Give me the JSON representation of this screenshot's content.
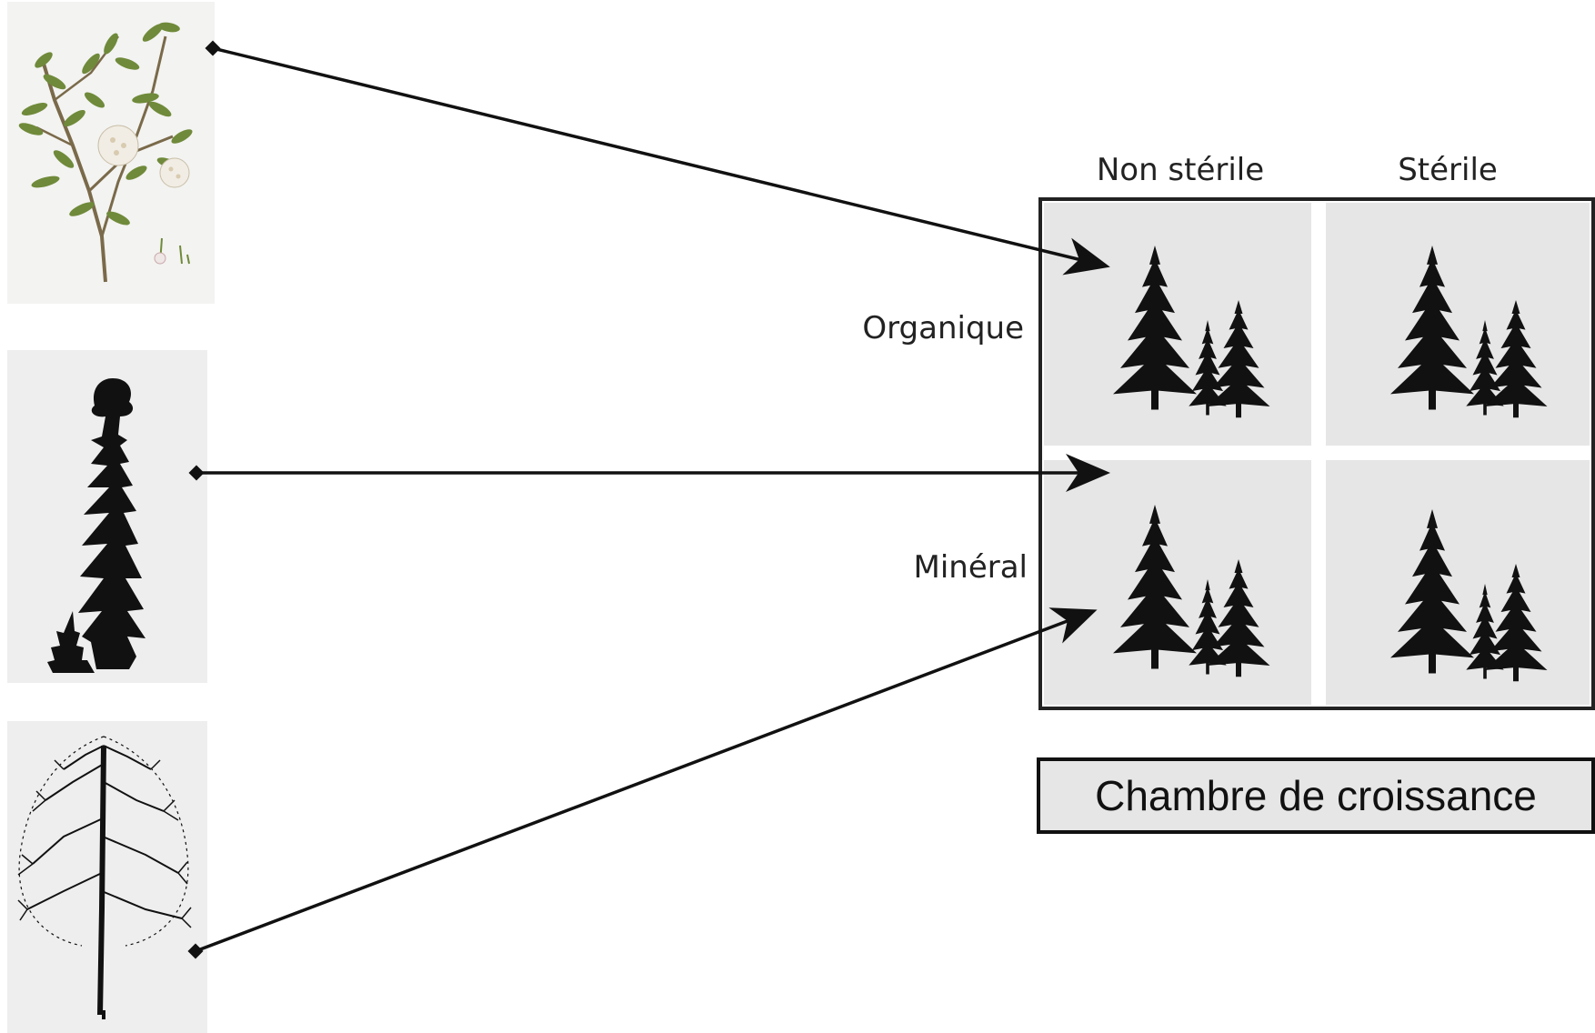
{
  "grid": {
    "columns": [
      "Non stérile",
      "Stérile"
    ],
    "rows": [
      "Organique",
      "Minéral"
    ]
  },
  "chamber": {
    "label": "Chambre de croissance"
  },
  "sources": [
    {
      "icon": "flowering-shrub-icon"
    },
    {
      "icon": "black-spruce-icon"
    },
    {
      "icon": "deciduous-tree-icon"
    }
  ],
  "cell_icon": "conifer-trees-icon",
  "colors": {
    "panel_bg": "#eeeeee",
    "cell_bg": "#e6e6e6",
    "border": "#222222",
    "ink": "#111111",
    "leaf": "#6f8a3a",
    "flower": "#f1ede4"
  }
}
